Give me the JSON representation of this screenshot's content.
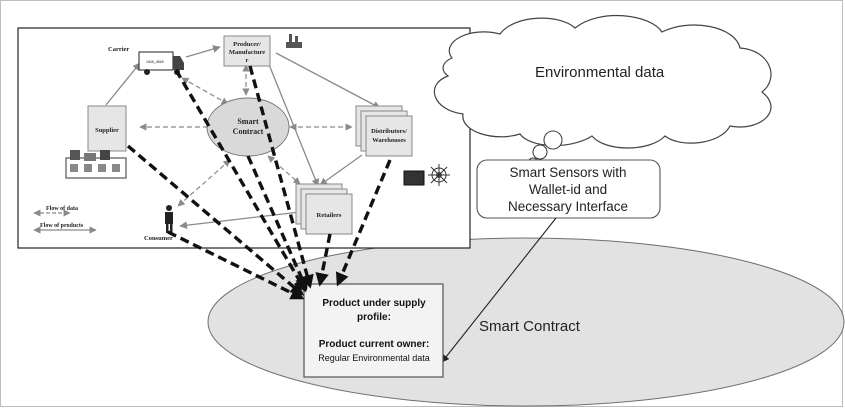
{
  "nodes": {
    "carrier": "Carrier",
    "truck_plate": "1846_4848",
    "producer": [
      "Producer/",
      "Manufacture",
      "r"
    ],
    "supplier": "Supplier",
    "smart_contract": [
      "Smart",
      "Contract"
    ],
    "distributors": [
      "Distributors/",
      "Warehouses"
    ],
    "retailers": "Retailers",
    "consumer": "Consumer"
  },
  "legend": {
    "flow_data": "Flow of data",
    "flow_products": "Flow of products"
  },
  "cloud": {
    "label": "Environmental data"
  },
  "sensors": {
    "lines": [
      "Smart Sensors with",
      "Wallet-id and",
      "Necessary Interface"
    ]
  },
  "smart_contract_ellipse": {
    "label": "Smart Contract"
  },
  "product_box": {
    "line1": "Product under supply",
    "line2": "profile:",
    "line3": "Product current owner:",
    "line4": "Regular Environmental data"
  },
  "colors": {
    "box_fill": "#e6e6e6",
    "ellipse_fill": "#e2e2e2",
    "line_gray": "#8a8a8a",
    "dash_black": "#111111"
  }
}
